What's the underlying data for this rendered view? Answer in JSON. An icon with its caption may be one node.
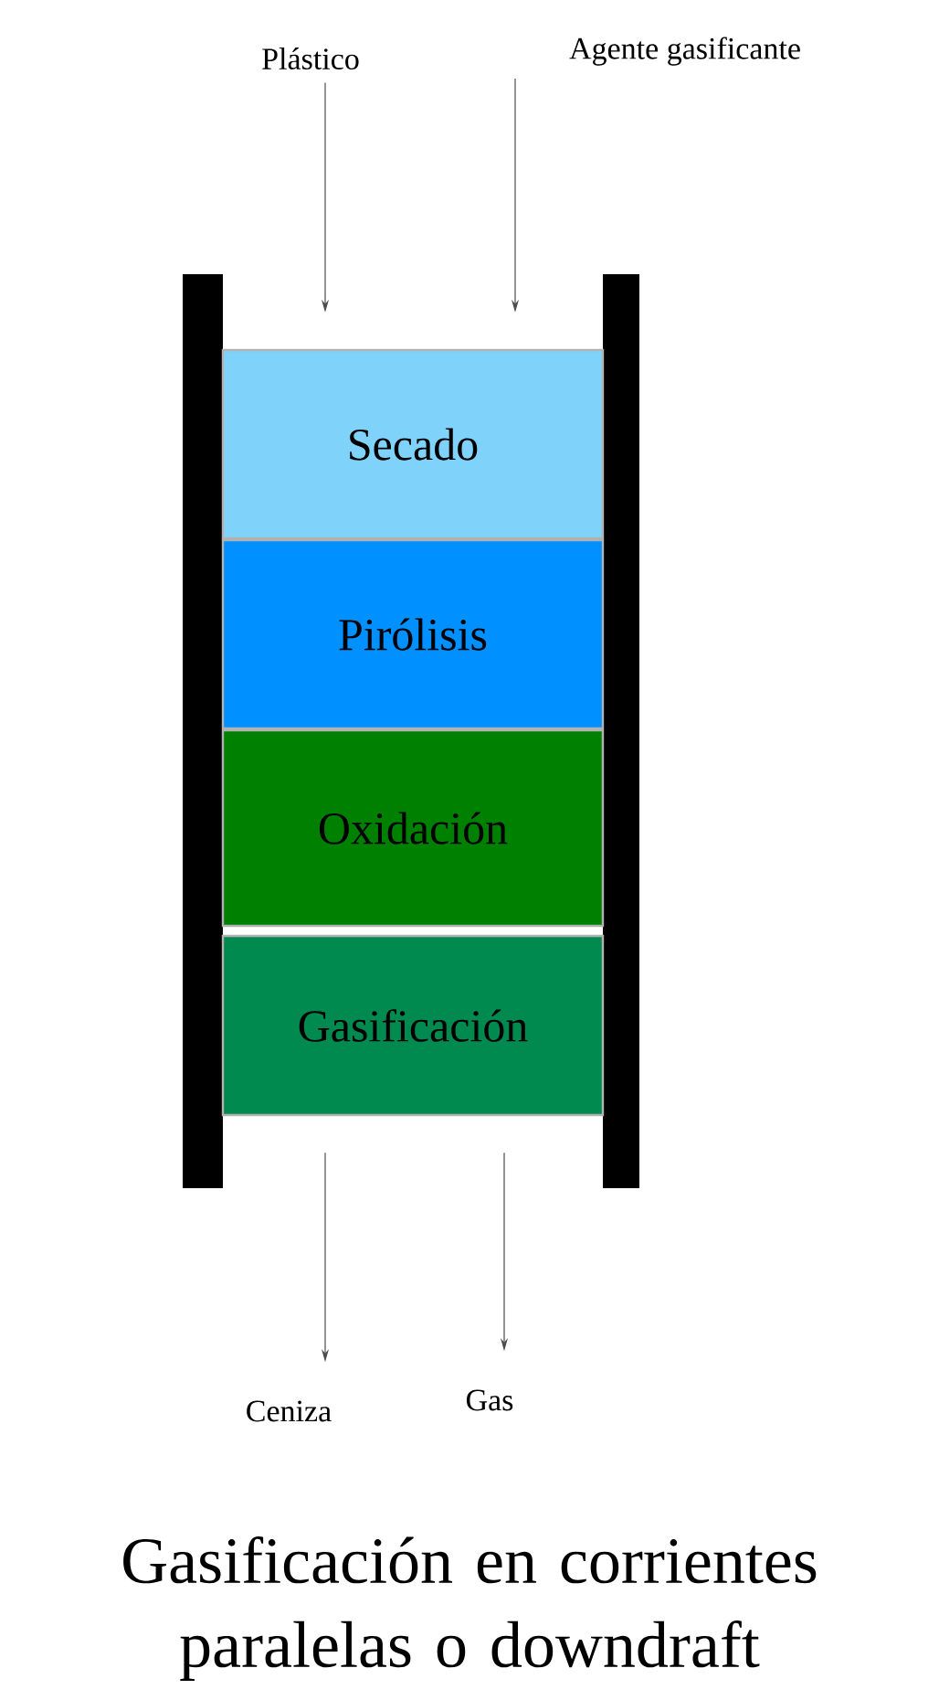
{
  "diagram": {
    "caption": "Gasificación en corrientes paralelas o downdraft",
    "nodes": [
      {
        "text": [
          "Plástico"
        ]
      },
      {
        "text": [
          "Agente gasificante"
        ]
      },
      {
        "text": [
          "Secado"
        ]
      },
      {
        "text": [
          "Pirólisis"
        ]
      },
      {
        "text": [
          "Oxidación"
        ]
      },
      {
        "text": [
          "Gasificación"
        ]
      },
      {
        "text": [
          "Ceniza"
        ]
      },
      {
        "text": [
          "Gas"
        ]
      }
    ],
    "edges": [
      {
        "from": 0,
        "to": 2,
        "arrow": "to"
      },
      {
        "from": 1,
        "to": 2,
        "arrow": "to"
      },
      {
        "from": 5,
        "to": 6,
        "arrow": "to"
      },
      {
        "from": 5,
        "to": 7,
        "arrow": "to"
      }
    ]
  }
}
